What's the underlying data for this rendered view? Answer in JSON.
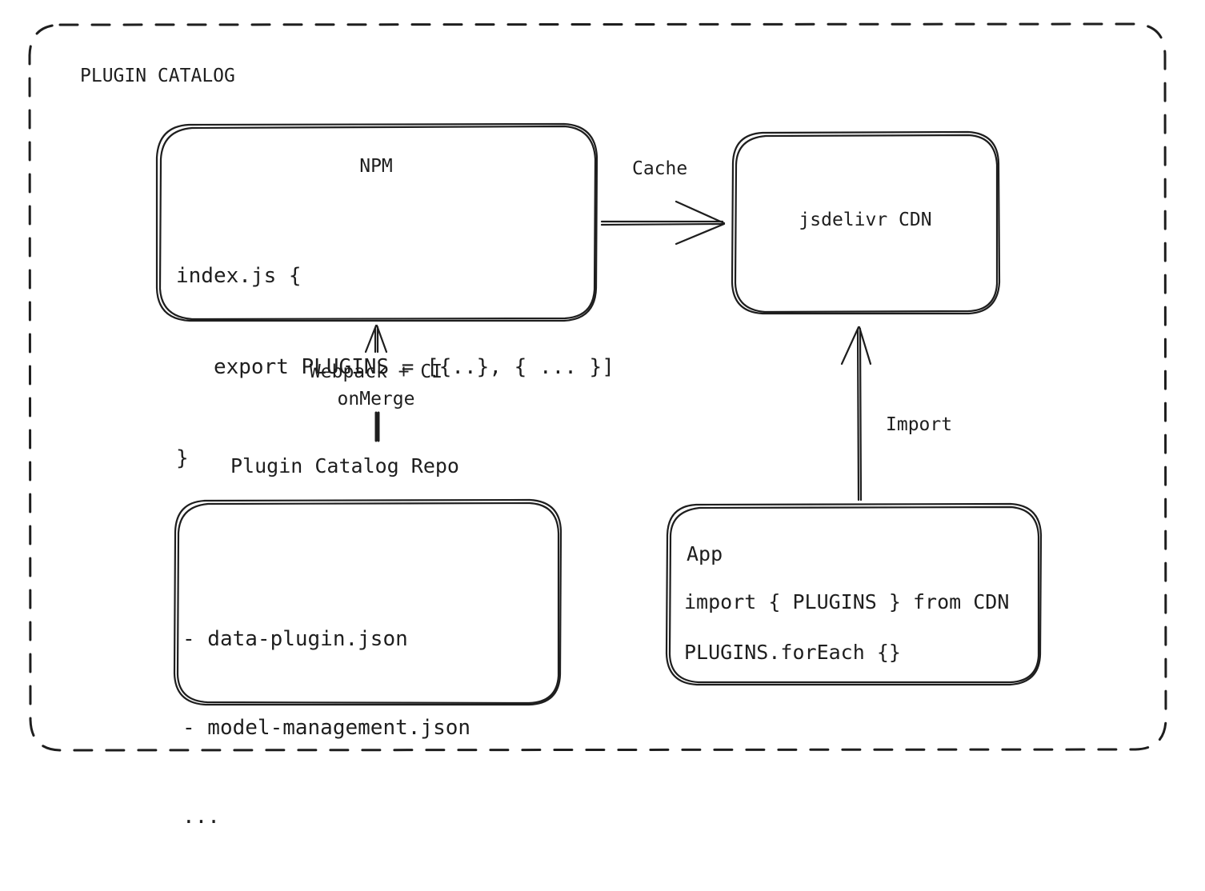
{
  "diagram": {
    "title": "PLUGIN CATALOG",
    "stroke_color": "#1e1e1e",
    "background_color": "#ffffff",
    "container": {
      "name": "plugin-catalog-group",
      "border_style": "dashed"
    },
    "nodes": {
      "npm": {
        "title": "NPM",
        "code_lines": [
          "index.js {",
          "   export PLUGINS = [{..}, { ... }]",
          "}"
        ]
      },
      "cdn": {
        "title": "jsdelivr CDN"
      },
      "repo": {
        "label": "Plugin Catalog Repo",
        "code_lines": [
          "- data-plugin.json",
          "- model-management.json",
          "..."
        ]
      },
      "app": {
        "title": "App",
        "line1": "import { PLUGINS } from CDN",
        "line2": "PLUGINS.forEach {}"
      }
    },
    "edges": {
      "cache": {
        "label": "Cache",
        "from": "npm",
        "to": "cdn",
        "direction": "right"
      },
      "build": {
        "label": "Webpack + CI\nonMerge",
        "from": "repo",
        "to": "npm",
        "direction": "up"
      },
      "import": {
        "label": "Import",
        "from": "app",
        "to": "cdn",
        "direction": "up"
      }
    }
  }
}
